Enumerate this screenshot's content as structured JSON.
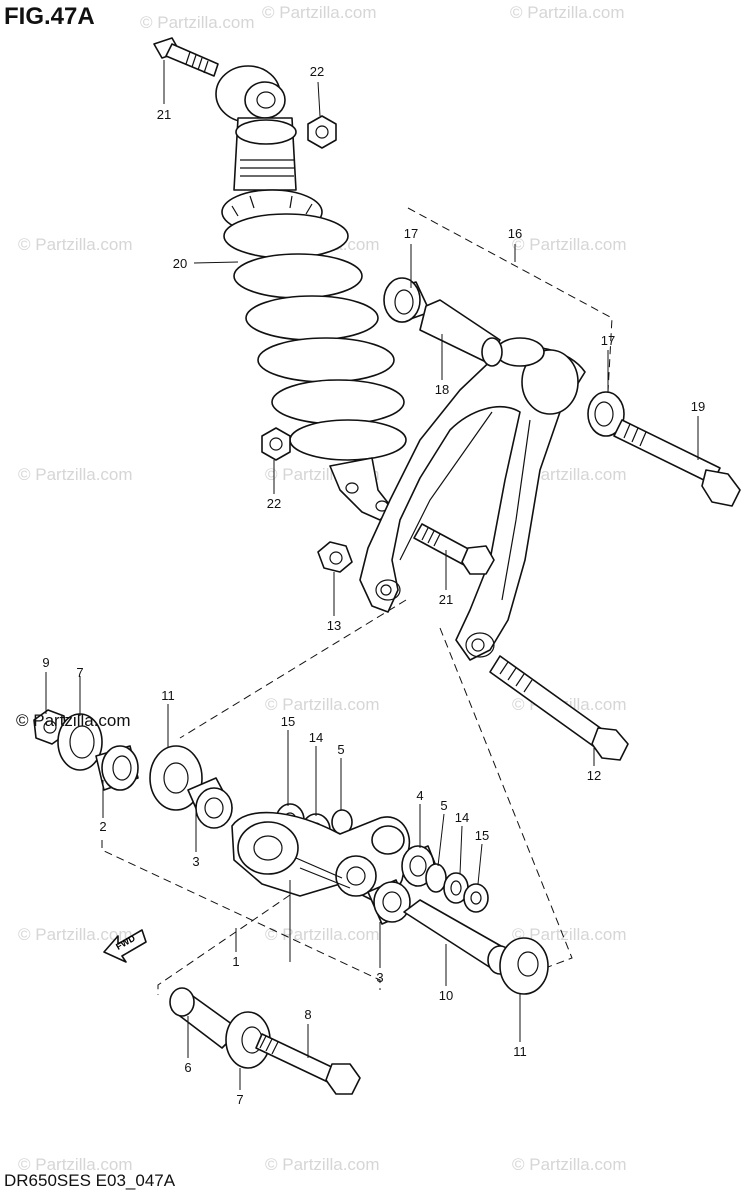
{
  "figure": {
    "title": "FIG.47A",
    "diagram_code": "DR650SES E03_047A",
    "brand_mark": "© Partzilla.com",
    "watermark_text": "© Partzilla.com",
    "front_arrow_label": "FWD"
  },
  "callouts": [
    {
      "id": "c21a",
      "text": "21"
    },
    {
      "id": "c22a",
      "text": "22"
    },
    {
      "id": "c20",
      "text": "20"
    },
    {
      "id": "c17a",
      "text": "17"
    },
    {
      "id": "c16",
      "text": "16"
    },
    {
      "id": "c17b",
      "text": "17"
    },
    {
      "id": "c18",
      "text": "18"
    },
    {
      "id": "c19",
      "text": "19"
    },
    {
      "id": "c22b",
      "text": "22"
    },
    {
      "id": "c21b",
      "text": "21"
    },
    {
      "id": "c13",
      "text": "13"
    },
    {
      "id": "c9",
      "text": "9"
    },
    {
      "id": "c7a",
      "text": "7"
    },
    {
      "id": "c11a",
      "text": "11"
    },
    {
      "id": "c15a",
      "text": "15"
    },
    {
      "id": "c14a",
      "text": "14"
    },
    {
      "id": "c5a",
      "text": "5"
    },
    {
      "id": "c12",
      "text": "12"
    },
    {
      "id": "c2",
      "text": "2"
    },
    {
      "id": "c3a",
      "text": "3"
    },
    {
      "id": "c4",
      "text": "4"
    },
    {
      "id": "c5b",
      "text": "5"
    },
    {
      "id": "c14b",
      "text": "14"
    },
    {
      "id": "c15b",
      "text": "15"
    },
    {
      "id": "c1",
      "text": "1"
    },
    {
      "id": "c3b",
      "text": "3"
    },
    {
      "id": "c10",
      "text": "10"
    },
    {
      "id": "c8",
      "text": "8"
    },
    {
      "id": "c6",
      "text": "6"
    },
    {
      "id": "c11b",
      "text": "11"
    },
    {
      "id": "c7b",
      "text": "7"
    }
  ]
}
